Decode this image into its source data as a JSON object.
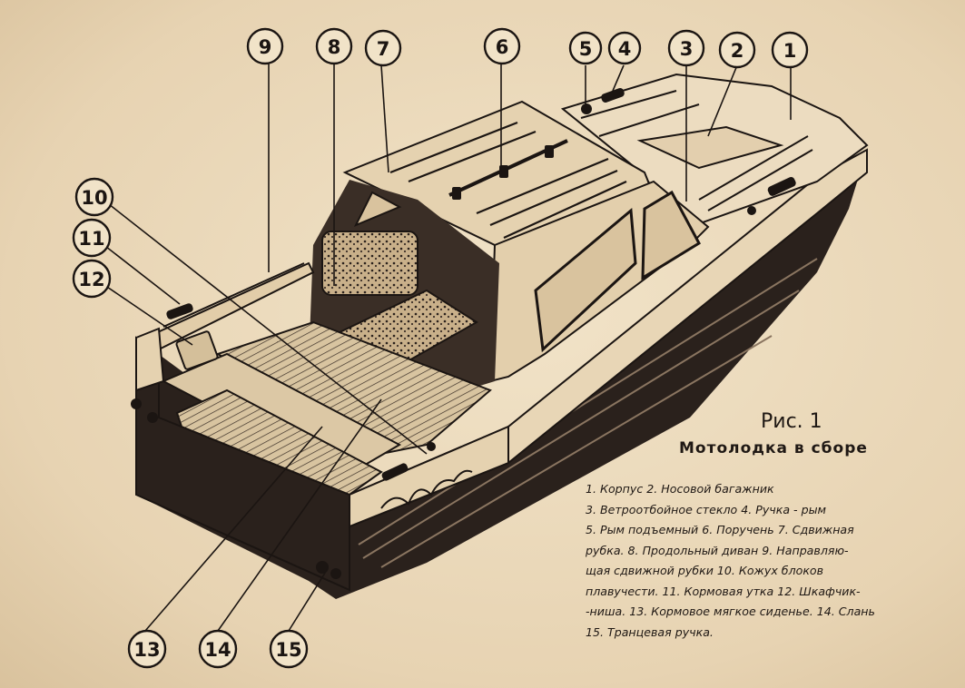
{
  "figure": {
    "label": "Рис. 1",
    "title": "Мотолодка в сборе"
  },
  "callouts": [
    "9",
    "8",
    "7",
    "6",
    "5",
    "4",
    "3",
    "2",
    "1",
    "10",
    "11",
    "12",
    "13",
    "14",
    "15"
  ],
  "legend": {
    "lines": [
      [
        "1. Корпус",
        "2. Носовой багажник"
      ],
      [
        "3. Ветроотбойное стекло",
        "4. Ручка - рым"
      ],
      [
        "5. Рым подъемный",
        "6. Поручень",
        "7. Сдвижная"
      ],
      [
        "рубка.",
        "8. Продольный диван",
        "9. Направляю-"
      ],
      [
        "щая сдвижной рубки",
        "10. Кожух блоков"
      ],
      [
        "плавучести.",
        "11. Кормовая утка",
        "12. Шкафчик-"
      ],
      [
        "-ниша.",
        "13. Кормовое мягкое сиденье.",
        "14. Слань"
      ],
      [
        "15. Транцевая ручка."
      ]
    ]
  },
  "colors": {
    "paper": "#ead9bd",
    "ink": "#1b1512",
    "hull_light": "#e8d6b6",
    "hull_dark": "#2a211c"
  }
}
